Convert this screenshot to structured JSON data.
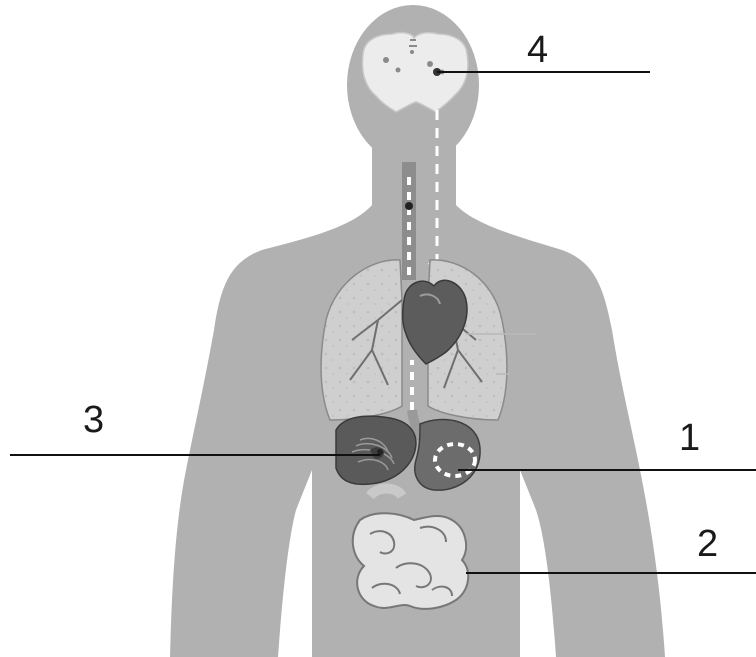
{
  "colors": {
    "background": "#ffffff",
    "body_silhouette": "#b1b1b1",
    "brain": "#ececec",
    "brain_dark": "#8a8a8a",
    "lungs": "#cfcfcf",
    "lungs_dark": "#6f6f6f",
    "heart": "#5c5c5c",
    "stomach": "#6c6c6c",
    "liver": "#5a5a5a",
    "intestines": "#e4e4e4",
    "intestines_stroke": "#777777",
    "arrow": "#ffffff",
    "leader_line": "#111111",
    "label_text": "#1a1a1a"
  },
  "labels": [
    {
      "id": "1",
      "text": "1"
    },
    {
      "id": "2",
      "text": "2"
    },
    {
      "id": "3",
      "text": "3"
    },
    {
      "id": "4",
      "text": "4"
    }
  ],
  "icons": {
    "brain": "brain-icon",
    "lungs": "lungs-icon",
    "heart": "heart-icon",
    "stomach": "stomach-icon",
    "liver": "liver-icon",
    "intestines": "intestines-icon"
  }
}
